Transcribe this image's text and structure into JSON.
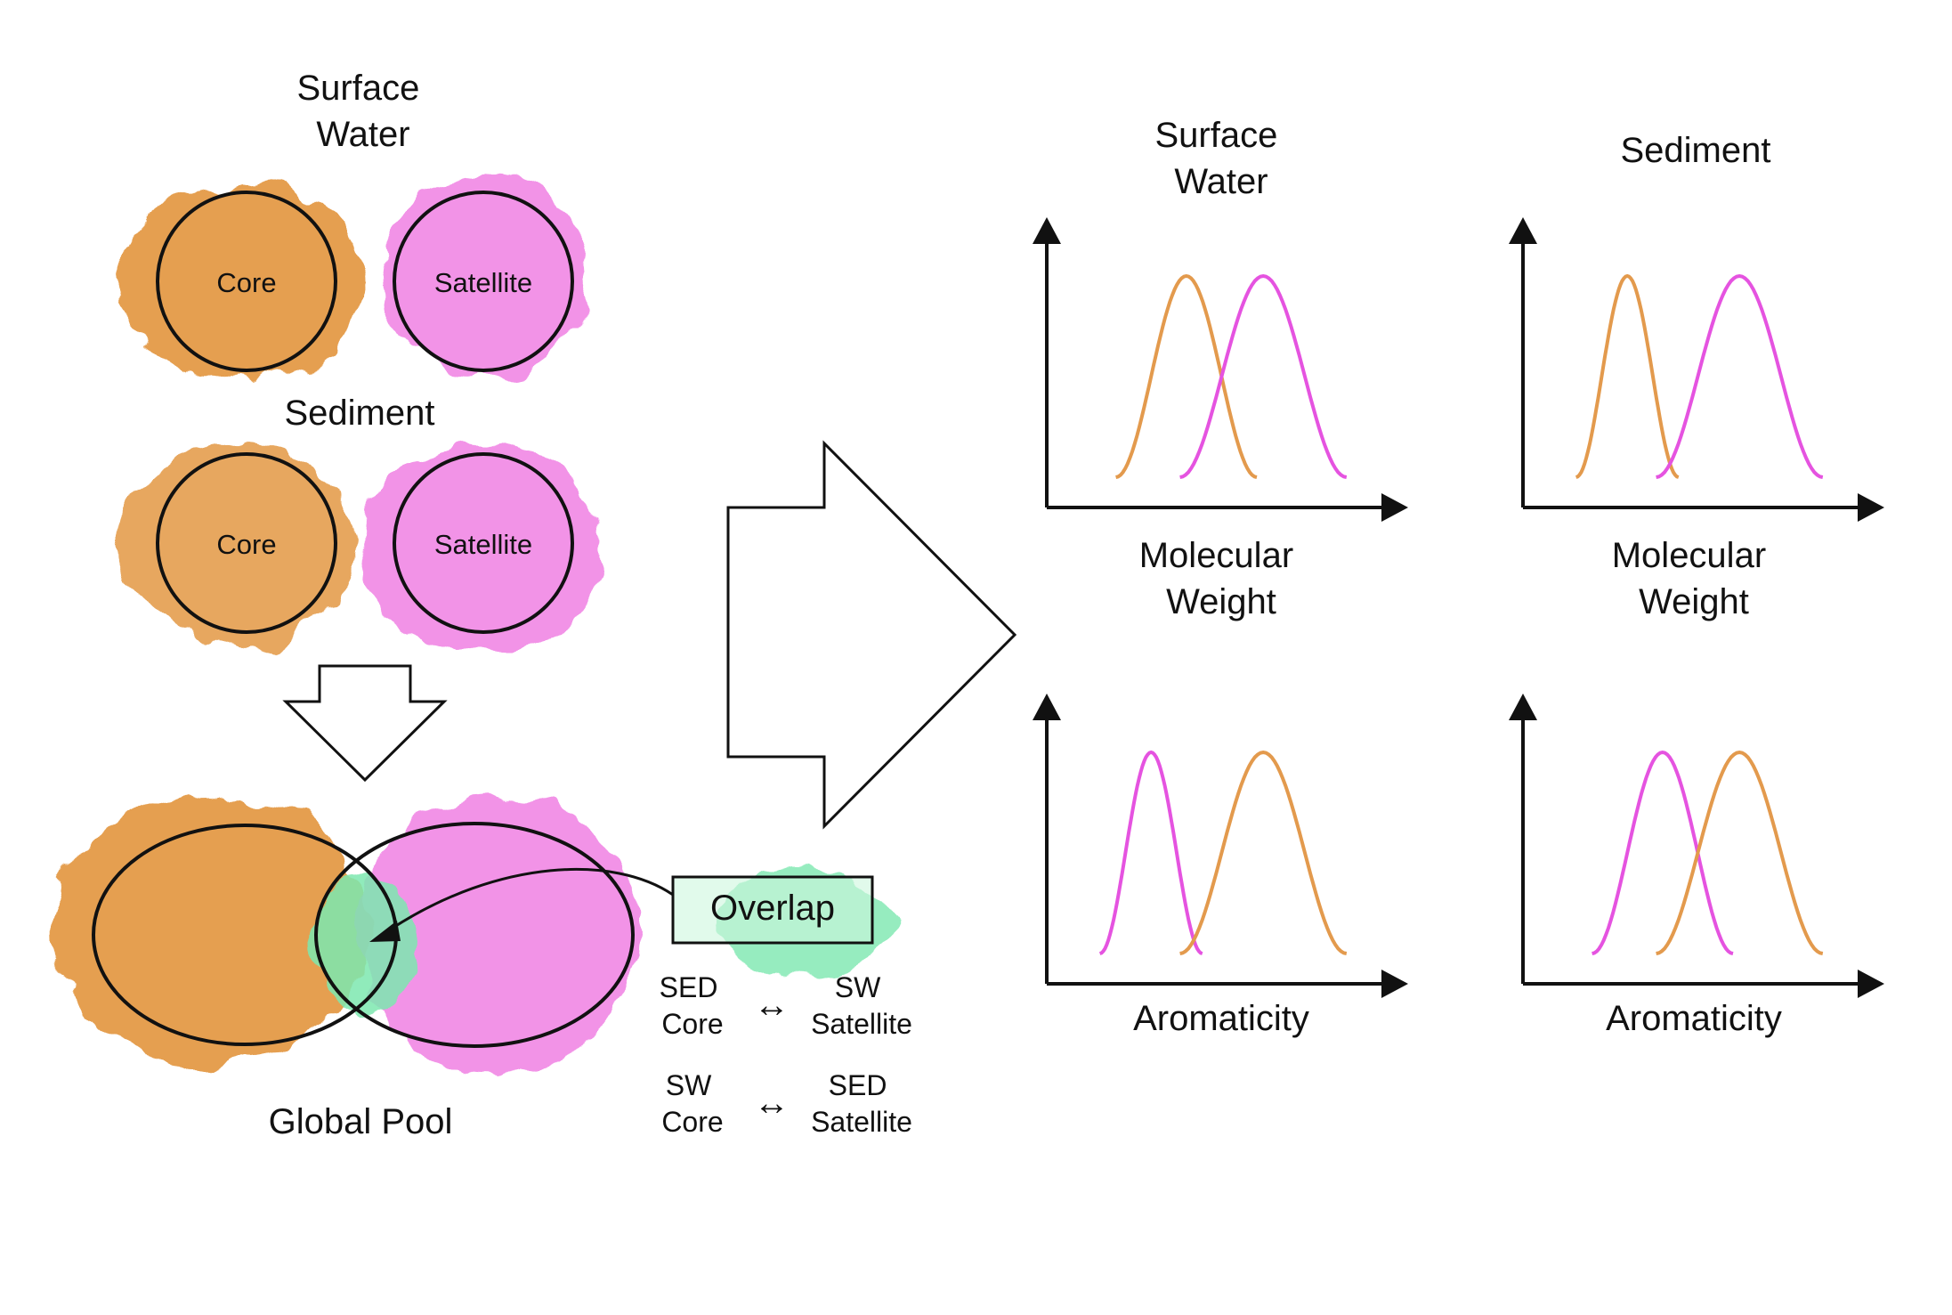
{
  "left_panel": {
    "surface_water_title_lines": [
      "Surface",
      "Water"
    ],
    "sediment_title": "Sediment",
    "core_label": "Core",
    "satellite_label": "Satellite",
    "global_pool_label": "Global Pool",
    "overlap_label": "Overlap",
    "pairs": [
      {
        "left": [
          "SED",
          "Core"
        ],
        "symbol": "↔",
        "right": [
          "SW",
          "Satellite"
        ]
      },
      {
        "left": [
          "SW",
          "Core"
        ],
        "symbol": "↔",
        "right": [
          "SED",
          "Satellite"
        ]
      }
    ]
  },
  "colors": {
    "core": "#e08a2a",
    "satellite": "#ee6fe0",
    "overlap": "#7de8b0",
    "core_curve": "#e39a4d",
    "satellite_curve": "#e553e0",
    "outline": "#111111"
  },
  "plots": {
    "column_titles": [
      [
        "Surface",
        "Water"
      ],
      [
        "Sediment"
      ]
    ],
    "row_xlabels": [
      [
        "Molecular",
        "Weight"
      ],
      [
        "Aromaticity"
      ]
    ]
  },
  "chart_data": [
    {
      "type": "line",
      "column": "Surface Water",
      "xlabel": "Molecular Weight",
      "series": [
        {
          "color": "#e39a4d",
          "peak_x": 0.38,
          "width": 0.22
        },
        {
          "color": "#e553e0",
          "peak_x": 0.62,
          "width": 0.26
        }
      ]
    },
    {
      "type": "line",
      "column": "Sediment",
      "xlabel": "Molecular Weight",
      "series": [
        {
          "color": "#e39a4d",
          "peak_x": 0.27,
          "width": 0.16
        },
        {
          "color": "#e553e0",
          "peak_x": 0.62,
          "width": 0.26
        }
      ]
    },
    {
      "type": "line",
      "column": "Surface Water",
      "xlabel": "Aromaticity",
      "series": [
        {
          "color": "#e553e0",
          "peak_x": 0.27,
          "width": 0.16
        },
        {
          "color": "#e39a4d",
          "peak_x": 0.62,
          "width": 0.26
        }
      ]
    },
    {
      "type": "line",
      "column": "Sediment",
      "xlabel": "Aromaticity",
      "series": [
        {
          "color": "#e553e0",
          "peak_x": 0.38,
          "width": 0.22
        },
        {
          "color": "#e39a4d",
          "peak_x": 0.62,
          "width": 0.26
        }
      ]
    }
  ]
}
